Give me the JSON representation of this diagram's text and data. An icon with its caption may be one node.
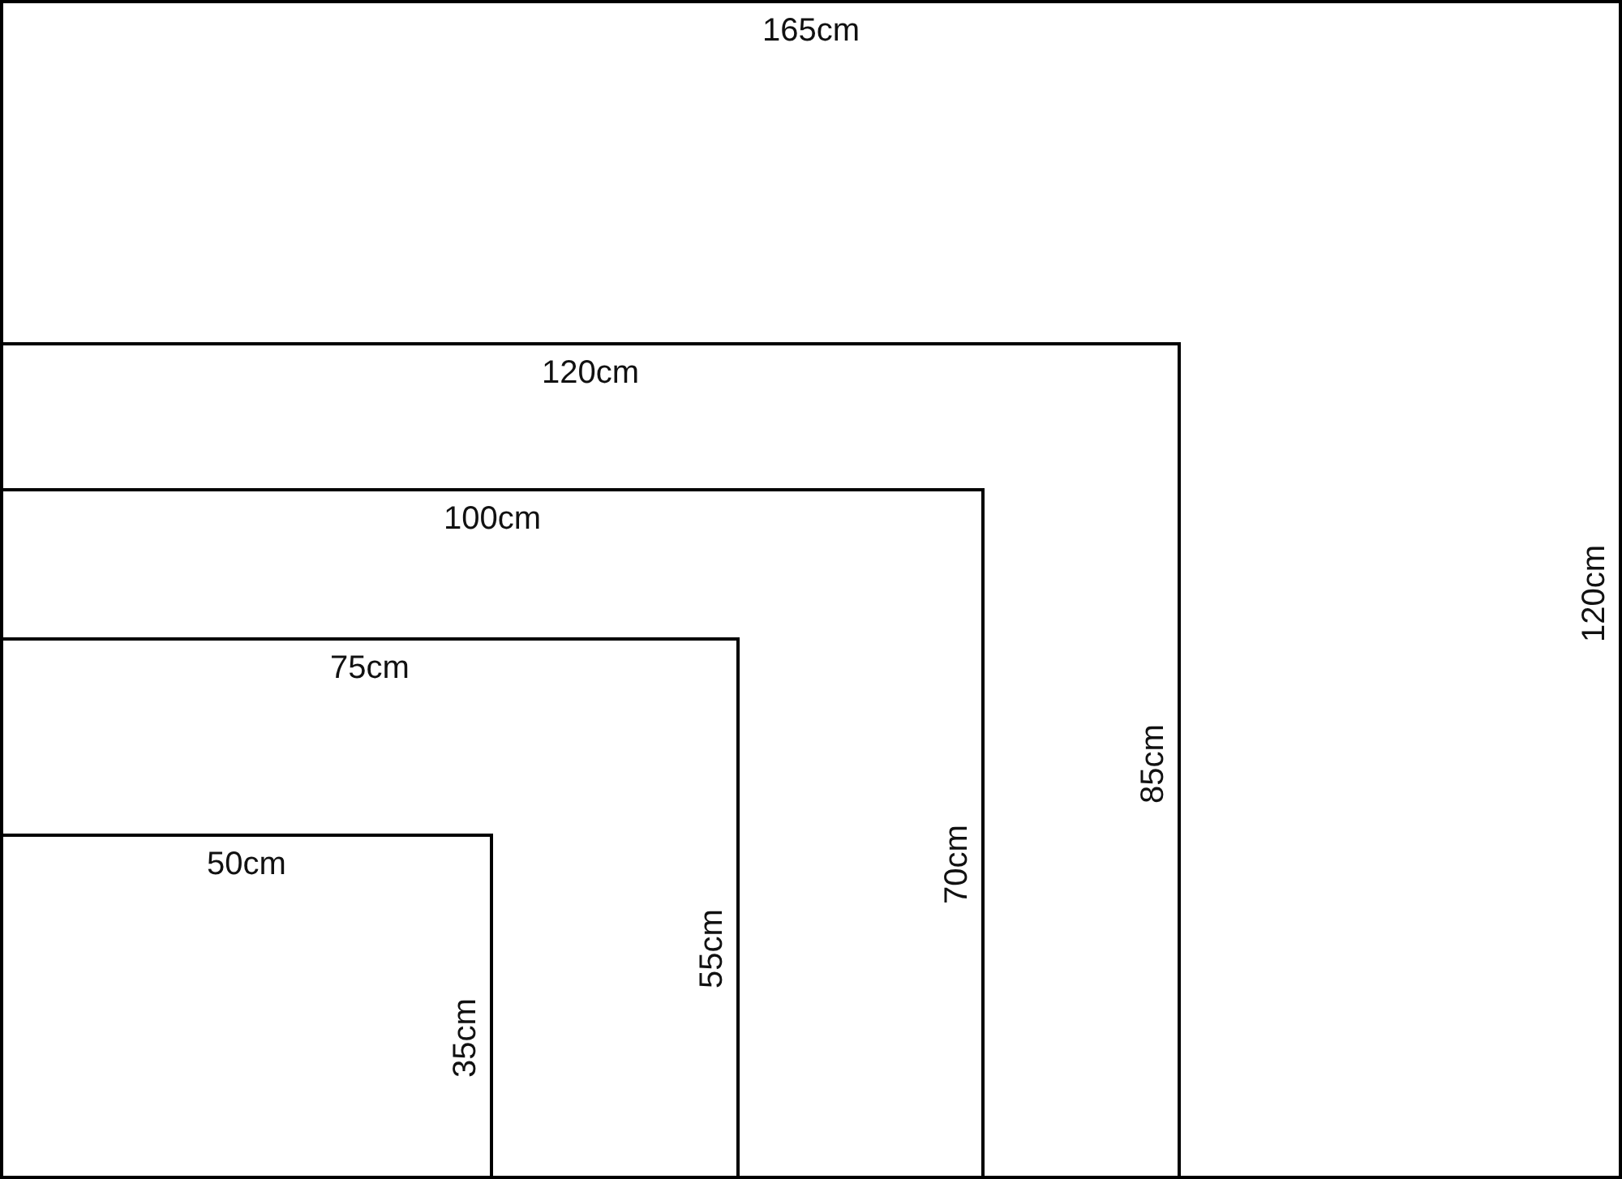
{
  "diagram": {
    "nodes": [
      {
        "text": [
          "165cm",
          "120cm"
        ]
      },
      {
        "text": [
          "120cm",
          "85cm"
        ],
        "in": 0
      },
      {
        "text": [
          "100cm",
          "70cm"
        ],
        "in": 1
      },
      {
        "text": [
          "75cm",
          "55cm"
        ],
        "in": 2
      },
      {
        "text": [
          "50cm",
          "35cm"
        ],
        "in": 3
      }
    ]
  }
}
